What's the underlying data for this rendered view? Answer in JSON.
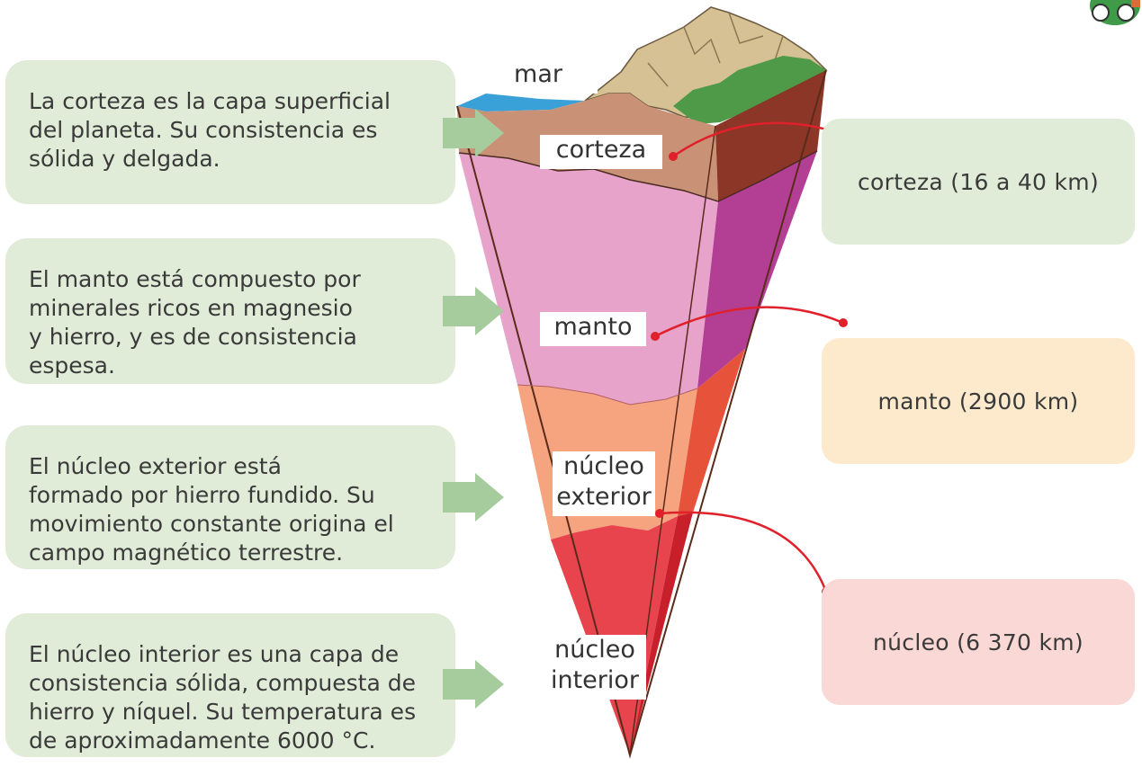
{
  "left_descriptions": [
    {
      "lines": [
        "La corteza es la capa superficial",
        "del planeta. Su consistencia es",
        "sólida y delgada."
      ]
    },
    {
      "lines": [
        "El manto está compuesto por",
        "minerales ricos en magnesio",
        "y hierro, y es de consistencia",
        "espesa."
      ]
    },
    {
      "lines": [
        "El núcleo exterior está",
        "formado por hierro fundido. Su",
        "movimiento constante origina el",
        "campo magnético terrestre."
      ]
    },
    {
      "lines": [
        "El núcleo interior es una capa de",
        "consistencia sólida, compuesta de",
        "hierro y níquel. Su temperatura es",
        "de aproximadamente 6000 °C."
      ]
    }
  ],
  "diagram_labels": {
    "sea": "mar",
    "crust": "corteza",
    "mantle": "manto",
    "outer_core": [
      "núcleo",
      "exterior"
    ],
    "inner_core": [
      "núcleo",
      "interior"
    ]
  },
  "right_cards": [
    {
      "text": "corteza (16 a 40 km)",
      "color": "#e0ecd7"
    },
    {
      "text": "manto (2900 km)",
      "color": "#fdeacd"
    },
    {
      "text": "núcleo (6 370 km)",
      "color": "#fad8d5"
    }
  ],
  "colors": {
    "card_green": "#e0ecd7",
    "arrow_green": "#a6cc9d",
    "connector_red": "#e0202a"
  }
}
